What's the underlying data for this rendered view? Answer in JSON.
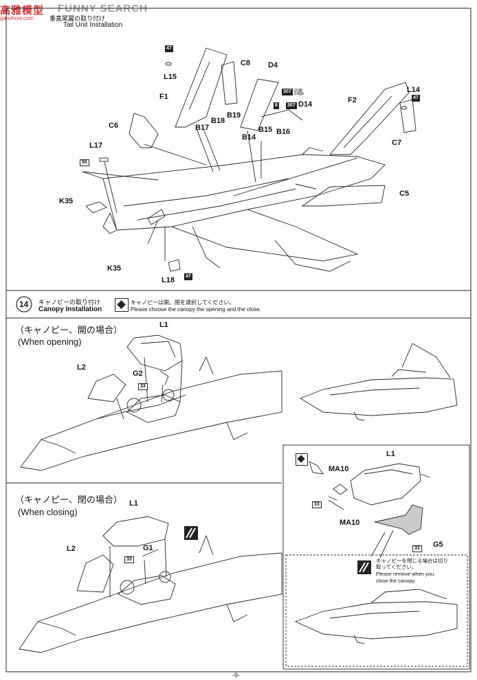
{
  "watermark": {
    "brand": "高雅模型",
    "brand_en": "FUNNY SEARCH",
    "url": "gaoshow.com"
  },
  "header": {
    "title_ja": "垂直尾翼の取り付け",
    "title_en": "Tail Unit Installation"
  },
  "step13": {
    "parts": {
      "L15": "L15",
      "C8": "C8",
      "D4": "D4",
      "F1": "F1",
      "C6": "C6",
      "B17": "B17",
      "B18": "B18",
      "B19": "B19",
      "D14": "D14",
      "B15": "B15",
      "B16": "B16",
      "B14": "B14",
      "F2": "F2",
      "L14": "L14",
      "C7": "C7",
      "C5": "C5",
      "L17": "L17",
      "K35a": "K35",
      "K35b": "K35",
      "L18": "L18"
    },
    "tags": {
      "t47a": "47",
      "t307a": "307",
      "t8": "8",
      "t307b": "307",
      "t47b": "47",
      "t50": "50",
      "t47c": "47"
    },
    "edge_note_ja": "内側",
    "edge_note_en": "Edge"
  },
  "step14": {
    "number": "14",
    "title_ja": "キャノピーの取り付け",
    "title_en": "Canopy Installation",
    "note_ja": "キャノピーは開、閉を選択してください。",
    "note_en": "Please choose the canopy the opening and the close."
  },
  "opening": {
    "heading_ja": "（キャノピー、開の場合）",
    "heading_en": "(When opening)",
    "parts": {
      "L1": "L1",
      "L2": "L2",
      "G2": "G2"
    },
    "tag": "33"
  },
  "closing": {
    "heading_ja": "（キャノピー、閉の場合）",
    "heading_en": "(When closing)",
    "parts": {
      "L1": "L1",
      "L2": "L2",
      "G1": "G1"
    },
    "tag": "33"
  },
  "detail": {
    "parts": {
      "L1": "L1",
      "MA10a": "MA10",
      "MA10b": "MA10",
      "G5": "G5"
    },
    "tag_a": "33",
    "tag_b": "33",
    "note_ja": "キャノピーを閉じる場合は切り取ってください。",
    "note_en_1": "Please  remove  when  you",
    "note_en_2": "close the canopy."
  },
  "footer": {
    "page": "-9-"
  }
}
